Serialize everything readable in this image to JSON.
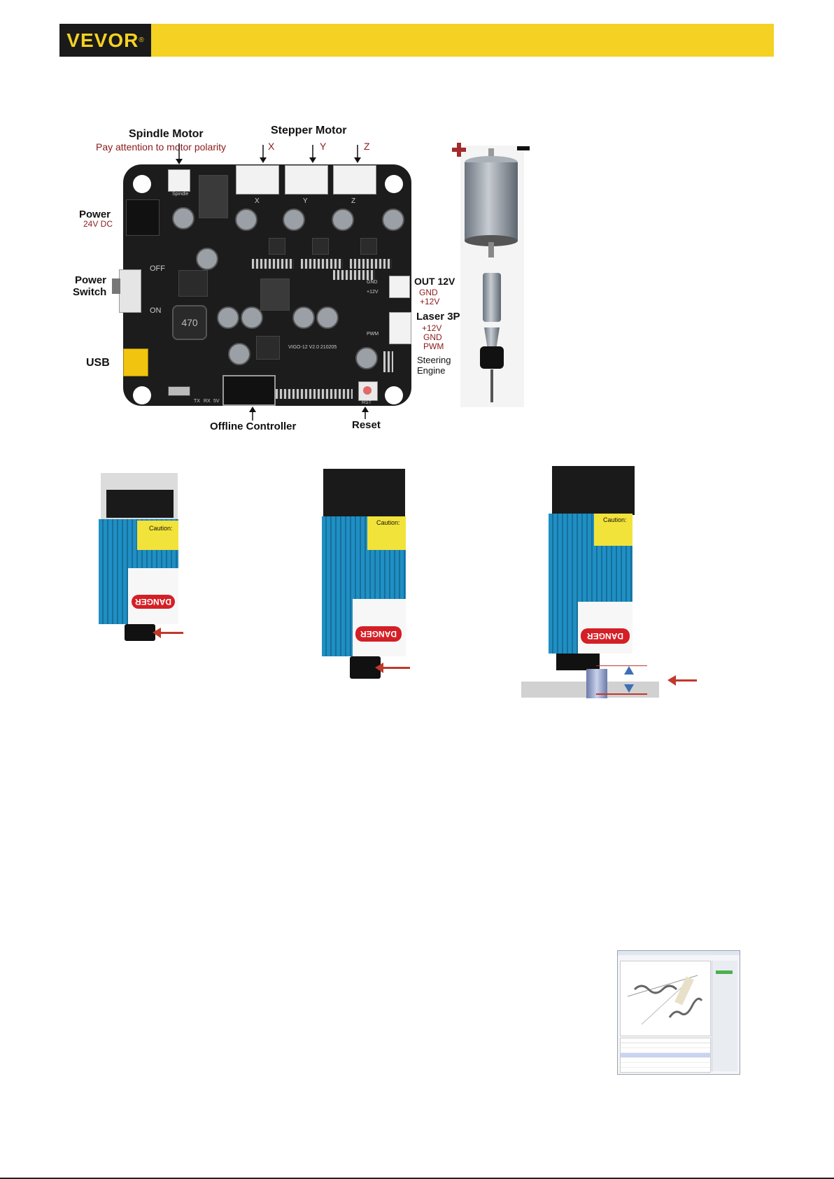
{
  "brand": {
    "logo": "VEVOR",
    "reg_mark": "®"
  },
  "board_labels": {
    "spindle_motor": "Spindle Motor",
    "polarity_note": "Pay attention to motor polarity",
    "stepper_motor": "Stepper Motor",
    "axis_x": "X",
    "axis_y": "Y",
    "axis_z": "Z",
    "power": "Power",
    "power_voltage": "24V DC",
    "power_switch_line1": "Power",
    "power_switch_line2": "Switch",
    "usb": "USB",
    "out12v": "OUT 12V",
    "out_gnd": "GND",
    "out_12v": "+12V",
    "laser3p": "Laser 3P",
    "laser_12v": "+12V",
    "laser_gnd": "GND",
    "laser_pwm": "PWM",
    "steering_line1": "Steering",
    "steering_line2": "Engine",
    "offline_controller": "Offline Controller",
    "reset": "Reset"
  },
  "board_silkscreen": {
    "off": "OFF",
    "on": "ON",
    "spindle": "Spindle",
    "x": "X",
    "y": "Y",
    "z": "Z",
    "inductor": "470",
    "model": "VIGO-12  V2.0  210205",
    "gnd": "GND",
    "p12v": "+12V",
    "pwm": "PWM",
    "rst": "RST",
    "tx": "TX",
    "rx": "RX",
    "v5": "5V"
  },
  "laser_labels": {
    "caution": "Caution:",
    "danger": "DANGER"
  },
  "colors": {
    "header": "#f4d123",
    "logo_bg": "#1a1a1a",
    "label_red": "#8b1a1a",
    "arrow_red": "#c0392b",
    "heatsink_blue": "#1f8fc4"
  }
}
